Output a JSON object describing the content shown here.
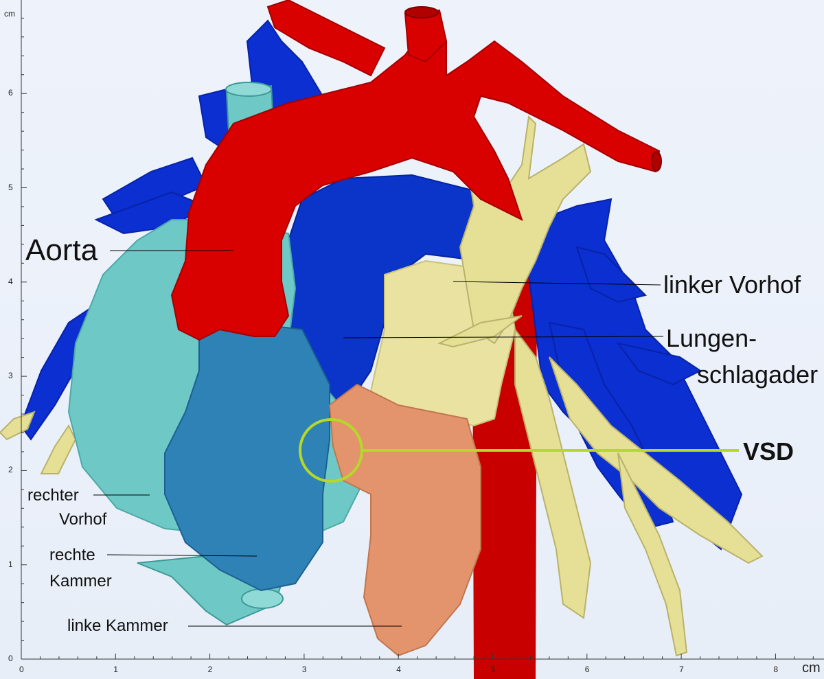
{
  "axes": {
    "y_unit": "cm",
    "x_unit": "cm",
    "y_ticks": [
      "0",
      "1",
      "2",
      "3",
      "4",
      "5",
      "6"
    ],
    "x_ticks": [
      "0",
      "1",
      "2",
      "3",
      "4",
      "5",
      "6",
      "7",
      "8"
    ]
  },
  "labels": {
    "aorta": "Aorta",
    "left_atrium": "linker Vorhof",
    "pulmonary_artery_1": "Lungen-",
    "pulmonary_artery_2": "schlagader",
    "vsd": "VSD",
    "right_atrium_1": "rechter",
    "right_atrium_2": "Vorhof",
    "right_ventricle_1": "rechte",
    "right_ventricle_2": "Kammer",
    "left_ventricle": "linke Kammer"
  },
  "colors": {
    "aorta": "#d90000",
    "pulmonary_vessels": "#0b2fd0",
    "pulmonary_artery_trunk": "#0a35c8",
    "left_atrium": "#e9e2a0",
    "pulmonary_veins": "#e6df96",
    "right_atrium": "#6ec9c6",
    "right_ventricle": "#2e82b6",
    "left_ventricle": "#e3946c",
    "vsd_marker": "#b6d82a",
    "leader_line": "#000000"
  }
}
